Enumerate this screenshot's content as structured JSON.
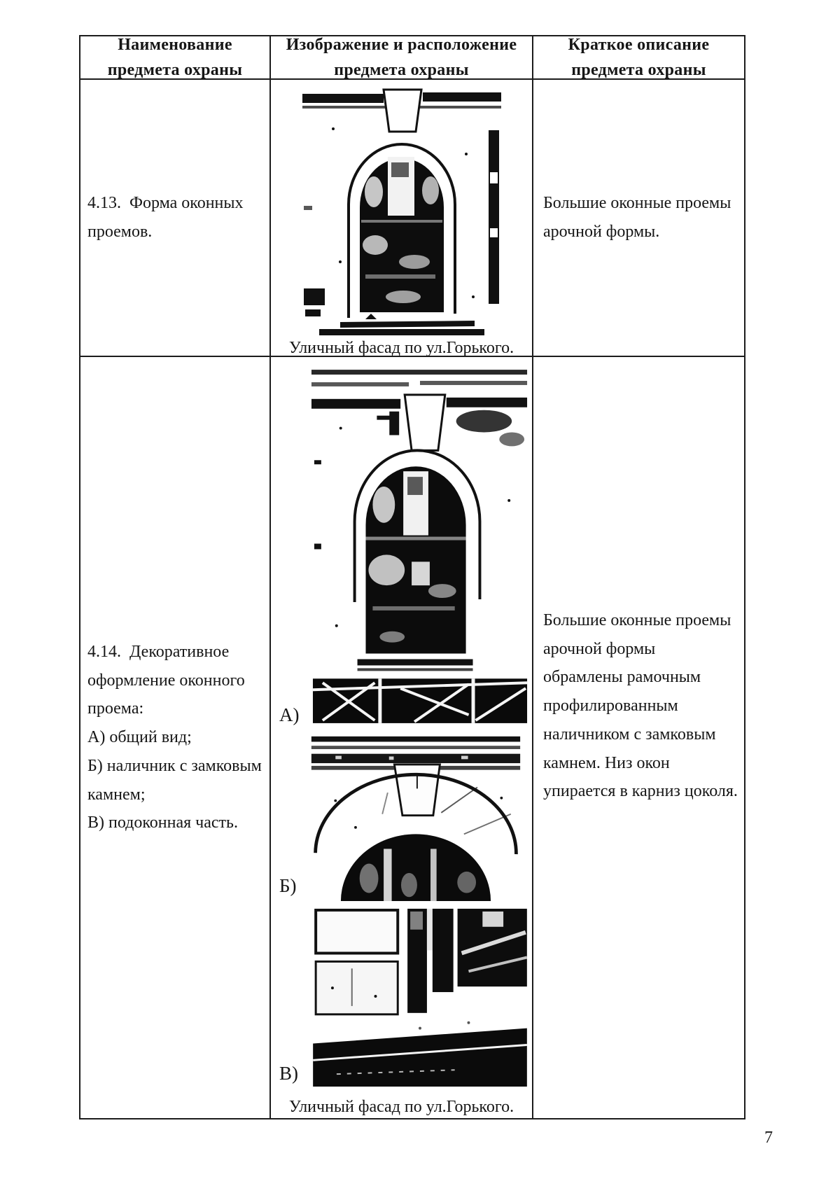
{
  "page_number": "7",
  "colors": {
    "ink": "#1c1c1c",
    "paper": "#ffffff"
  },
  "table": {
    "headers": [
      {
        "line1": "Наименование",
        "line2": "предмета охраны"
      },
      {
        "line1": "Изображение и расположение",
        "line2": "предмета охраны"
      },
      {
        "line1": "Краткое описание",
        "line2": "предмета охраны"
      }
    ],
    "rows": [
      {
        "name": "4.13.  Форма оконных проемов.",
        "photo": "arched-window-street-facade",
        "caption": "Уличный фасад по ул.Горького.",
        "description": "Большие оконные проемы арочной формы."
      },
      {
        "name": "4.14.  Декоративное оформление оконного проема:",
        "items": [
          "А) общий вид;",
          "Б) наличник с замковым камнем;",
          "В) подоконная часть."
        ],
        "labels": {
          "a": "А)",
          "b": "Б)",
          "v": "В)"
        },
        "photos": [
          "window-general-view",
          "architrave-with-keystone",
          "window-sill-part"
        ],
        "caption": "Уличный фасад по ул.Горького.",
        "description": "Большие оконные проемы арочной формы обрамлены рамочным профилированным наличником с замковым камнем. Низ окон упирается в карниз цоколя."
      }
    ]
  }
}
